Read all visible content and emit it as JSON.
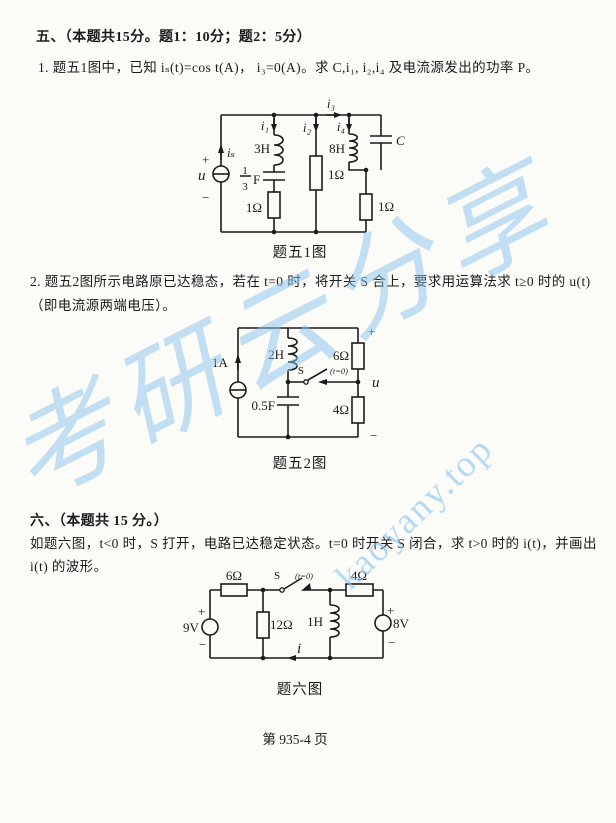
{
  "watermark": {
    "big_text": "考研云分享",
    "site_text": "kaoyany.top",
    "color": "#89c3f0"
  },
  "section5": {
    "header": "五、（本题共15分。题1：10分；题2：5分）",
    "problem1": "1. 题五1图中，已知 iₛ(t)=cos t(A)， i₃=0(A)。求 C,i₁, i₂,i₄ 及电流源发出的功率 P。",
    "problem2_line1": "2. 题五2图所示电路原已达稳态，若在 t=0 时，将开关 S 合上，要求用运算法求 t≥0 时的 u(t)",
    "problem2_line2": "（即电流源两端电压）。"
  },
  "fig1": {
    "caption": "题五1图",
    "labels": {
      "u": "u",
      "plus": "+",
      "minus": "−",
      "i_s": "iₛ",
      "i1": "i₁",
      "i2": "i₂",
      "i3": "i₃",
      "i4": "i₄",
      "l1": "3H",
      "l2": "8H",
      "cap_num": "1",
      "cap_den": "3",
      "cap_unit": "F",
      "r1": "1Ω",
      "r2": "1Ω",
      "r3": "1Ω",
      "c": "C"
    }
  },
  "fig2": {
    "caption": "题五2图",
    "labels": {
      "src": "1A",
      "l": "2H",
      "cap": "0.5F",
      "sw": "S",
      "t0": "(t=0)",
      "r_top": "6Ω",
      "r_bottom": "4Ω",
      "u": "u",
      "plus": "+",
      "minus": "−"
    }
  },
  "section6": {
    "header": "六、（本题共 15 分。）",
    "problem_line1": "如题六图，t<0 时，S 打开，电路已达稳定状态。t=0 时开关 S 闭合，求 t>0 时的 i(t)，并画出",
    "problem_line2": "i(t) 的波形。"
  },
  "fig3": {
    "caption": "题六图",
    "labels": {
      "v_left": "9V",
      "r_left": "6Ω",
      "r_mid": "12Ω",
      "sw": "S",
      "t0": "(t=0)",
      "l": "1H",
      "r_right": "4Ω",
      "v_right": "8V",
      "i": "i",
      "plus_left": "+",
      "minus_left": "−",
      "plus_right": "+",
      "minus_right": "−"
    }
  },
  "page": {
    "footer": "第 935-4 页"
  }
}
